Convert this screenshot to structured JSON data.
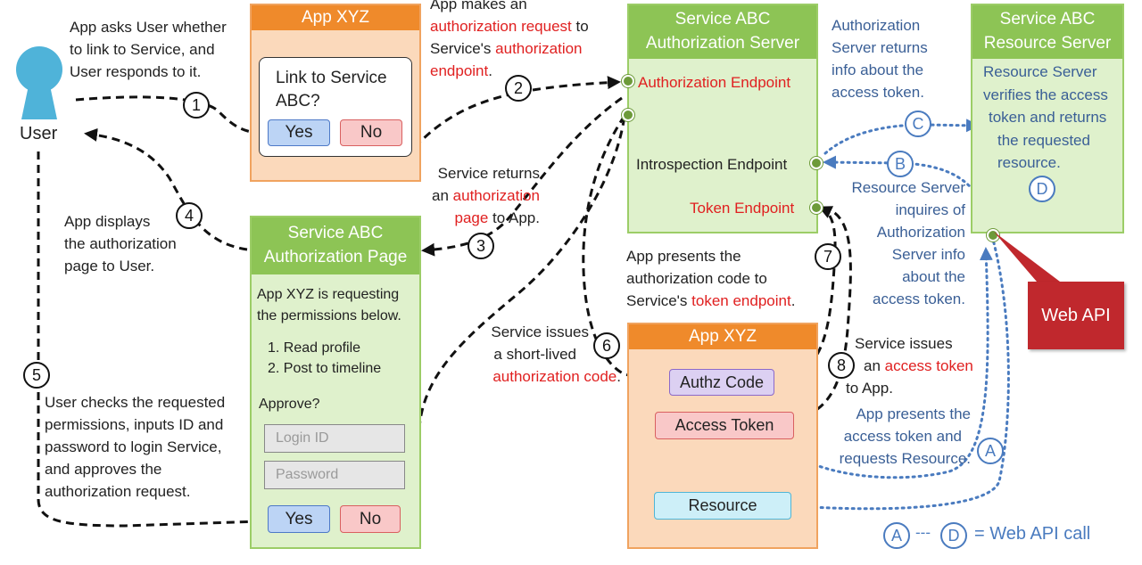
{
  "user": {
    "label": "User"
  },
  "app_top": {
    "title": "App XYZ",
    "dialog_line1": "Link to Service",
    "dialog_line2": "ABC?",
    "yes": "Yes",
    "no": "No"
  },
  "auth_server": {
    "title_line1": "Service ABC",
    "title_line2": "Authorization Server",
    "authz_endpoint": "Authorization Endpoint",
    "introspection_endpoint": "Introspection Endpoint",
    "token_endpoint": "Token Endpoint"
  },
  "resource_server": {
    "title_line1": "Service ABC",
    "title_line2": "Resource Server",
    "desc": [
      "Resource Server",
      "verifies the access",
      "token and returns",
      "the requested",
      "resource."
    ]
  },
  "auth_page": {
    "title_line1": "Service ABC",
    "title_line2": "Authorization Page",
    "line1": "App XYZ is requesting",
    "line2": "the permissions below.",
    "perm1": "1. Read profile",
    "perm2": "2. Post to timeline",
    "approve": "Approve?",
    "login_placeholder": "Login ID",
    "password_placeholder": "Password",
    "yes": "Yes",
    "no": "No"
  },
  "app_bottom": {
    "title": "App XYZ",
    "authz_code": "Authz Code",
    "access_token": "Access Token",
    "resource": "Resource"
  },
  "web_api": {
    "label": "Web API"
  },
  "notes": {
    "n1": [
      "App asks User whether",
      "to link to Service, and",
      "User responds to it."
    ],
    "n2": {
      "l1": "App makes an",
      "l2_red": "authorization request",
      "l2_rest": " to",
      "l3_pre": "Service's ",
      "l3_red": "authorization",
      "l4_red": "endpoint",
      "l4_rest": "."
    },
    "n3": {
      "l1": "Service returns",
      "l2_pre": "an ",
      "l2_red": "authorization",
      "l3_red": "page",
      "l3_rest": " to App."
    },
    "n4": [
      "App displays",
      "the authorization",
      "page to User."
    ],
    "n5": [
      "User checks the requested",
      "permissions, inputs ID and",
      "password to login Service,",
      "and approves the",
      "authorization request."
    ],
    "n6": {
      "l1": "Service issues",
      "l2": "a short-lived",
      "l3_red": "authorization code",
      "l3_rest": "."
    },
    "n7": {
      "l1": "App presents the",
      "l2": "authorization code to",
      "l3_pre": "Service's ",
      "l3_red": "token endpoint",
      "l3_rest": "."
    },
    "n8": {
      "l1": "Service issues",
      "l2_pre": "an ",
      "l2_red": "access token",
      "l3": "to App."
    },
    "nA": [
      "App presents the",
      "access token and",
      "requests Resource."
    ],
    "nB": [
      "Resource Server",
      "inquires of",
      "Authorization",
      "Server info",
      "about the",
      "access token."
    ],
    "nC": [
      "Authorization",
      "Server returns",
      "info about the",
      "access token."
    ]
  },
  "steps": [
    "1",
    "2",
    "3",
    "4",
    "5",
    "6",
    "7",
    "8"
  ],
  "api_steps": [
    "A",
    "B",
    "C",
    "D"
  ],
  "legend": {
    "a": "A",
    "sep": "---",
    "d": "D",
    "text": "= Web API call"
  },
  "colors": {
    "orange_header": "#ef8a2b",
    "green_header": "#8dc455",
    "red_text": "#e02020",
    "api_blue": "#4a7bbf",
    "web_api_red": "#c0282d"
  }
}
